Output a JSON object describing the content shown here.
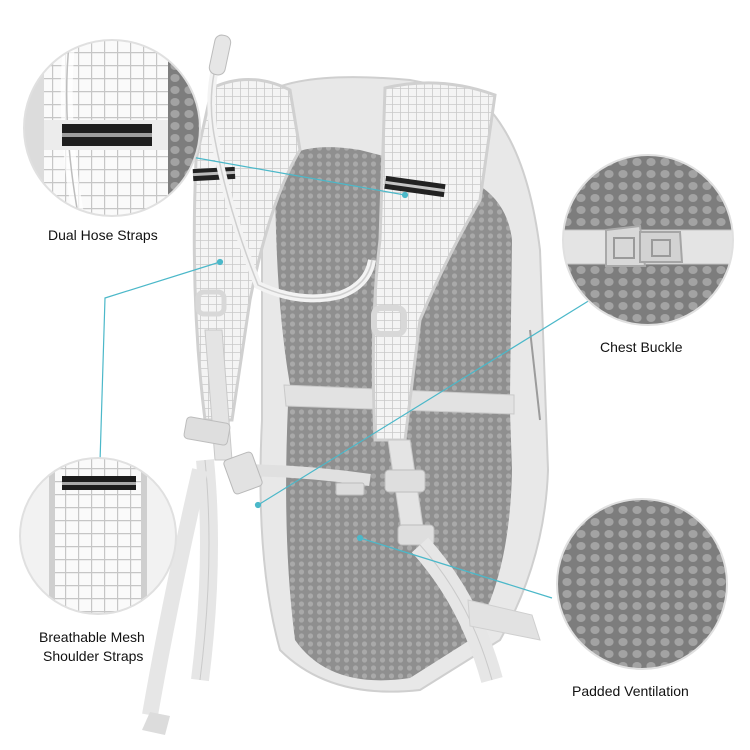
{
  "image": {
    "subject": "hydration-backpack-feature-callouts",
    "colors": {
      "background": "#ffffff",
      "callout_line": "#4bb8c9",
      "product_body": "#e6e6e6",
      "mesh_panel": "#9a9a9a",
      "reflective_band": "#222222"
    }
  },
  "callouts": [
    {
      "lines": [
        "Dual Hose Straps"
      ]
    },
    {
      "lines": [
        "Chest Buckle"
      ]
    },
    {
      "lines": [
        "Breathable Mesh",
        "Shoulder Straps"
      ]
    },
    {
      "lines": [
        "Padded Ventilation"
      ]
    }
  ]
}
